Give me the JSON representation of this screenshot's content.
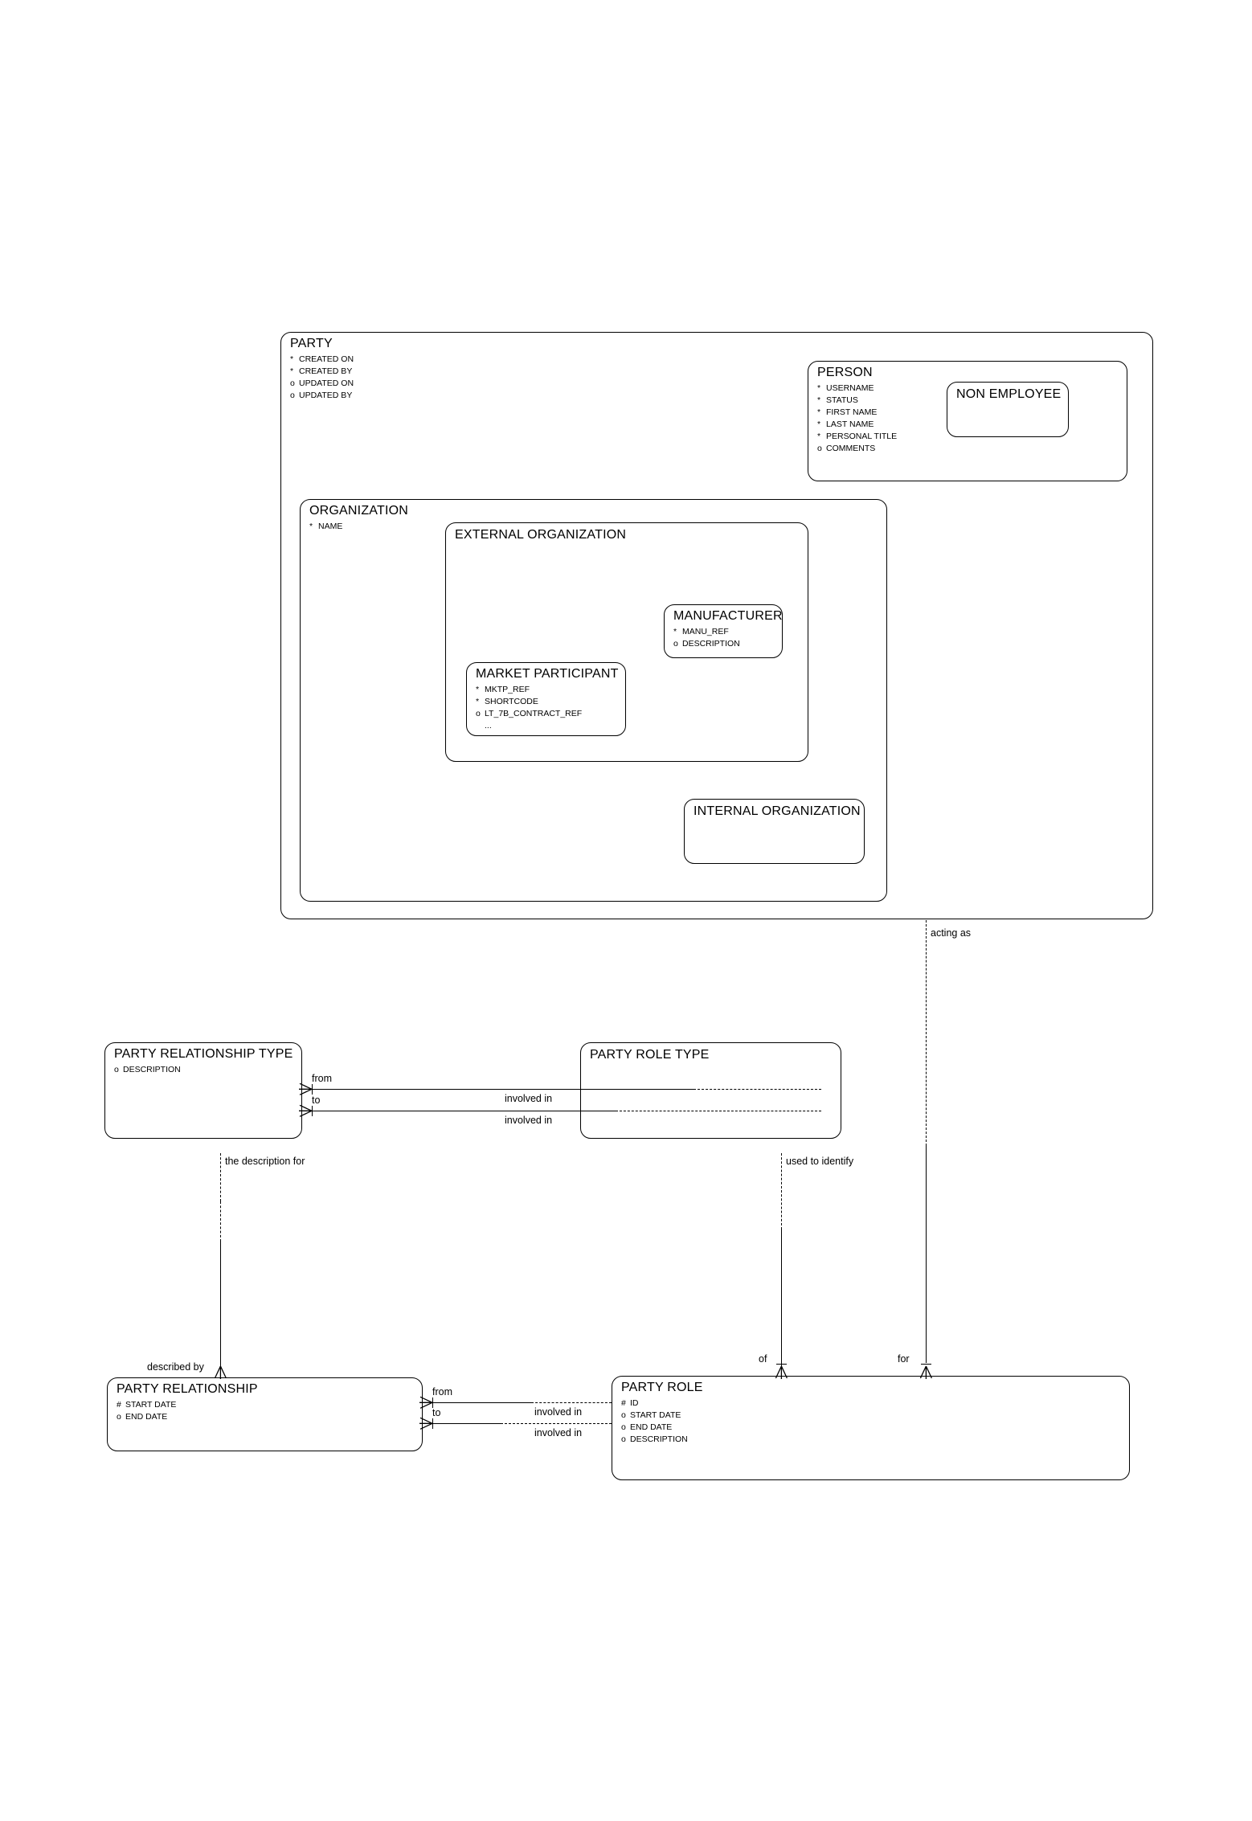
{
  "diagram": {
    "title": "Party Entity Relationship Diagram",
    "notation": "Barker ERD / crow's foot",
    "line_color": "#000000",
    "background": "#ffffff"
  },
  "entities": {
    "party": {
      "name": "PARTY",
      "attributes": [
        {
          "mark": "*",
          "label": "CREATED ON"
        },
        {
          "mark": "*",
          "label": "CREATED BY"
        },
        {
          "mark": "o",
          "label": "UPDATED ON"
        },
        {
          "mark": "o",
          "label": "UPDATED BY"
        }
      ]
    },
    "person": {
      "name": "PERSON",
      "attributes": [
        {
          "mark": "*",
          "label": "USERNAME"
        },
        {
          "mark": "*",
          "label": "STATUS"
        },
        {
          "mark": "*",
          "label": "FIRST NAME"
        },
        {
          "mark": "*",
          "label": "LAST NAME"
        },
        {
          "mark": "*",
          "label": "PERSONAL TITLE"
        },
        {
          "mark": "o",
          "label": "COMMENTS"
        }
      ]
    },
    "non_employee": {
      "name": "NON EMPLOYEE",
      "attributes": []
    },
    "organization": {
      "name": "ORGANIZATION",
      "attributes": [
        {
          "mark": "*",
          "label": "NAME"
        }
      ]
    },
    "external_organization": {
      "name": "EXTERNAL ORGANIZATION",
      "attributes": []
    },
    "manufacturer": {
      "name": "MANUFACTURER",
      "attributes": [
        {
          "mark": "*",
          "label": "MANU_REF"
        },
        {
          "mark": "o",
          "label": "DESCRIPTION"
        }
      ]
    },
    "market_participant": {
      "name": "MARKET PARTICIPANT",
      "attributes": [
        {
          "mark": "*",
          "label": "MKTP_REF"
        },
        {
          "mark": "*",
          "label": "SHORTCODE"
        },
        {
          "mark": "o",
          "label": "LT_7B_CONTRACT_REF"
        },
        {
          "mark": "",
          "label": "..."
        }
      ]
    },
    "internal_organization": {
      "name": "INTERNAL ORGANIZATION",
      "attributes": []
    },
    "party_relationship_type": {
      "name": "PARTY RELATIONSHIP TYPE",
      "attributes": [
        {
          "mark": "o",
          "label": "DESCRIPTION"
        }
      ]
    },
    "party_role_type": {
      "name": "PARTY ROLE TYPE",
      "attributes": []
    },
    "party_relationship": {
      "name": "PARTY RELATIONSHIP",
      "attributes": [
        {
          "mark": "#",
          "label": "START DATE"
        },
        {
          "mark": "o",
          "label": "END DATE"
        }
      ]
    },
    "party_role": {
      "name": "PARTY ROLE",
      "attributes": [
        {
          "mark": "#",
          "label": "ID"
        },
        {
          "mark": "o",
          "label": "START DATE"
        },
        {
          "mark": "o",
          "label": "END DATE"
        },
        {
          "mark": "o",
          "label": "DESCRIPTION"
        }
      ]
    }
  },
  "relationship_labels": {
    "acting_as": "acting as",
    "prt_from": "from",
    "prt_to": "to",
    "prt_involved_in_1": "involved in",
    "prt_involved_in_2": "involved in",
    "the_description_for": "the description for",
    "used_to_identify": "used to identify",
    "described_by": "described by",
    "pr_from": "from",
    "pr_to": "to",
    "pr_involved_in_1": "involved in",
    "pr_involved_in_2": "involved in",
    "of": "of",
    "for": "for"
  }
}
